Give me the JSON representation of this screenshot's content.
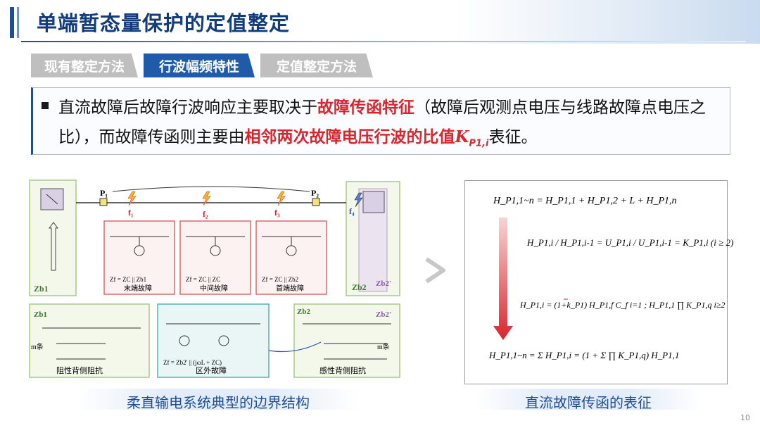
{
  "header": {
    "title": "单端暂态量保护的定值整定"
  },
  "tabs": [
    {
      "label": "现有整定方法"
    },
    {
      "label": "行波幅频特性"
    },
    {
      "label": "定值整定方法"
    }
  ],
  "statement": {
    "part1": "直流故障后故障行波响应主要取决于",
    "highlight1": "故障传函特征",
    "part2": "（故障后观测点电压与线路故障点电压之比），而故障传函则主要由",
    "highlight2": "相邻两次故障电压行波的比值",
    "symbol": "K",
    "symbol_sub": "P1,i",
    "part3": "表征。"
  },
  "left_panel": {
    "caption": "柔直输电系统典型的边界结构",
    "p1": "P₁",
    "p2": "P₂",
    "f1": "f₁",
    "f2": "f₂",
    "f3": "f₃",
    "f4": "f₄",
    "zb1": "Zb1",
    "zb2": "Zb2",
    "zb2p": "Zb2'",
    "box1_eq": "Zf = ZC || Zb1",
    "box1_label": "末端故障",
    "box2_eq": "Zf = ZC || ZC",
    "box2_label": "中间故障",
    "box3_eq": "Zf = ZC || Zb2",
    "box3_label": "首端故障",
    "box4_label": "阻性背侧阻抗",
    "box5_eq": "Zf = Zb2' || (jωL + ZC)",
    "box5_label": "区外故障",
    "box6_label": "感性背侧阻抗",
    "m_label": "m条"
  },
  "right_panel": {
    "caption": "直流故障传函的表征",
    "eq1": "H_P1,1~n = H_P1,1 + H_P1,2 + L + H_P1,n",
    "eq2": "H_P1,i / H_P1,i-1 = U_P1,i / U_P1,i-1 = K_P1,i (i ≥ 2)",
    "eq3": "H_P1,i = (1+k_P1) H_P1,f C_f  i=1 ; H_P1,1 ∏ K_P1,q  i≥2",
    "eq4": "H_P1,1~n = Σ H_P1,i = (1 + Σ ∏ K_P1,q) H_P1,1"
  },
  "page_number": "10",
  "colors": {
    "accent": "#1f4e96",
    "highlight": "#d7262e"
  }
}
